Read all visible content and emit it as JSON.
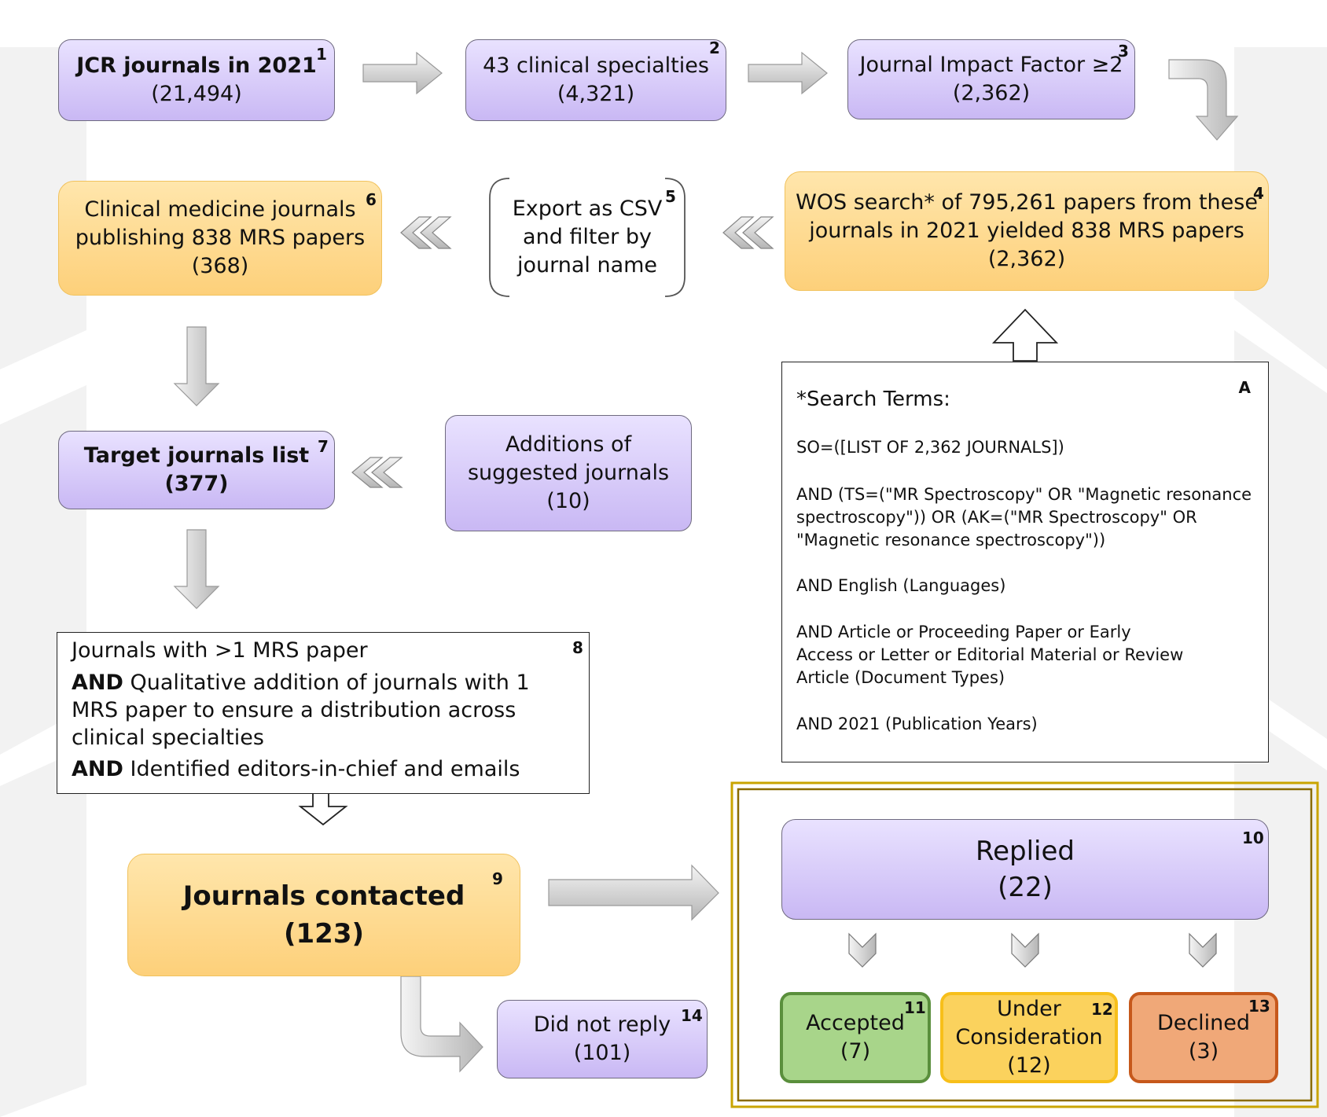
{
  "colors": {
    "purple_top": "#e9e2ff",
    "purple_bottom": "#c9b8f4",
    "orange_top": "#ffe6ac",
    "orange_bottom": "#fdd07a",
    "accepted": "#a8d58a",
    "under_consideration": "#fbd25d",
    "declined": "#f0a878",
    "gold_frame": "#c9a400"
  },
  "boxes": {
    "b1": {
      "num": "1",
      "line1": "JCR journals in 2021",
      "line2": "(21,494)"
    },
    "b2": {
      "num": "2",
      "line1": "43 clinical specialties",
      "line2": "(4,321)"
    },
    "b3": {
      "num": "3",
      "line1": "Journal Impact Factor ≥2",
      "line2": "(2,362)"
    },
    "b4": {
      "num": "4",
      "line1": "WOS search* of 795,261 papers from these",
      "line2": "journals in 2021 yielded  838 MRS papers",
      "line3": "(2,362)"
    },
    "b5": {
      "num": "5",
      "line1": "Export as CSV",
      "line2": "and filter by",
      "line3": "journal name"
    },
    "b6": {
      "num": "6",
      "line1": "Clinical medicine journals",
      "line2": "publishing 838 MRS papers",
      "line3": "(368)"
    },
    "b7": {
      "num": "7",
      "line1": "Target journals list",
      "line2": "(377)"
    },
    "additions": {
      "line1": "Additions of",
      "line2": "suggested journals",
      "line3": "(10)"
    },
    "b8": {
      "num": "8",
      "line1": "Journals with >1 MRS paper",
      "and_label": "AND",
      "line2": " Qualitative addition of journals with 1 MRS paper to ensure a distribution across clinical specialties",
      "line3": " Identified editors-in-chief and emails"
    },
    "b9": {
      "num": "9",
      "line1": "Journals contacted",
      "line2": "(123)"
    },
    "b10": {
      "num": "10",
      "line1": "Replied",
      "line2": "(22)"
    },
    "b11": {
      "num": "11",
      "line1": "Accepted",
      "line2": "(7)"
    },
    "b12": {
      "num": "12",
      "line1": "Under",
      "line2": "Consideration",
      "line3": "(12)"
    },
    "b13": {
      "num": "13",
      "line1": "Declined",
      "line2": "(3)"
    },
    "b14": {
      "num": "14",
      "line1": "Did not reply",
      "line2": "(101)"
    }
  },
  "search_terms": {
    "label": "A",
    "title": "*Search Terms:",
    "so": "SO=([LIST OF 2,362 JOURNALS])",
    "ts1": "AND (TS=(\"MR Spectroscopy\" OR \"Magnetic resonance",
    "ts2": "spectroscopy\")) OR (AK=(\"MR Spectroscopy\" OR",
    "ts3": "\"Magnetic resonance spectroscopy\"))",
    "lang": "AND English (Languages)",
    "doc1": "AND Article or Proceeding Paper or Early",
    "doc2": "Access or Letter or Editorial Material or Review",
    "doc3": "Article (Document Types)",
    "year": "AND 2021 (Publication Years)"
  }
}
